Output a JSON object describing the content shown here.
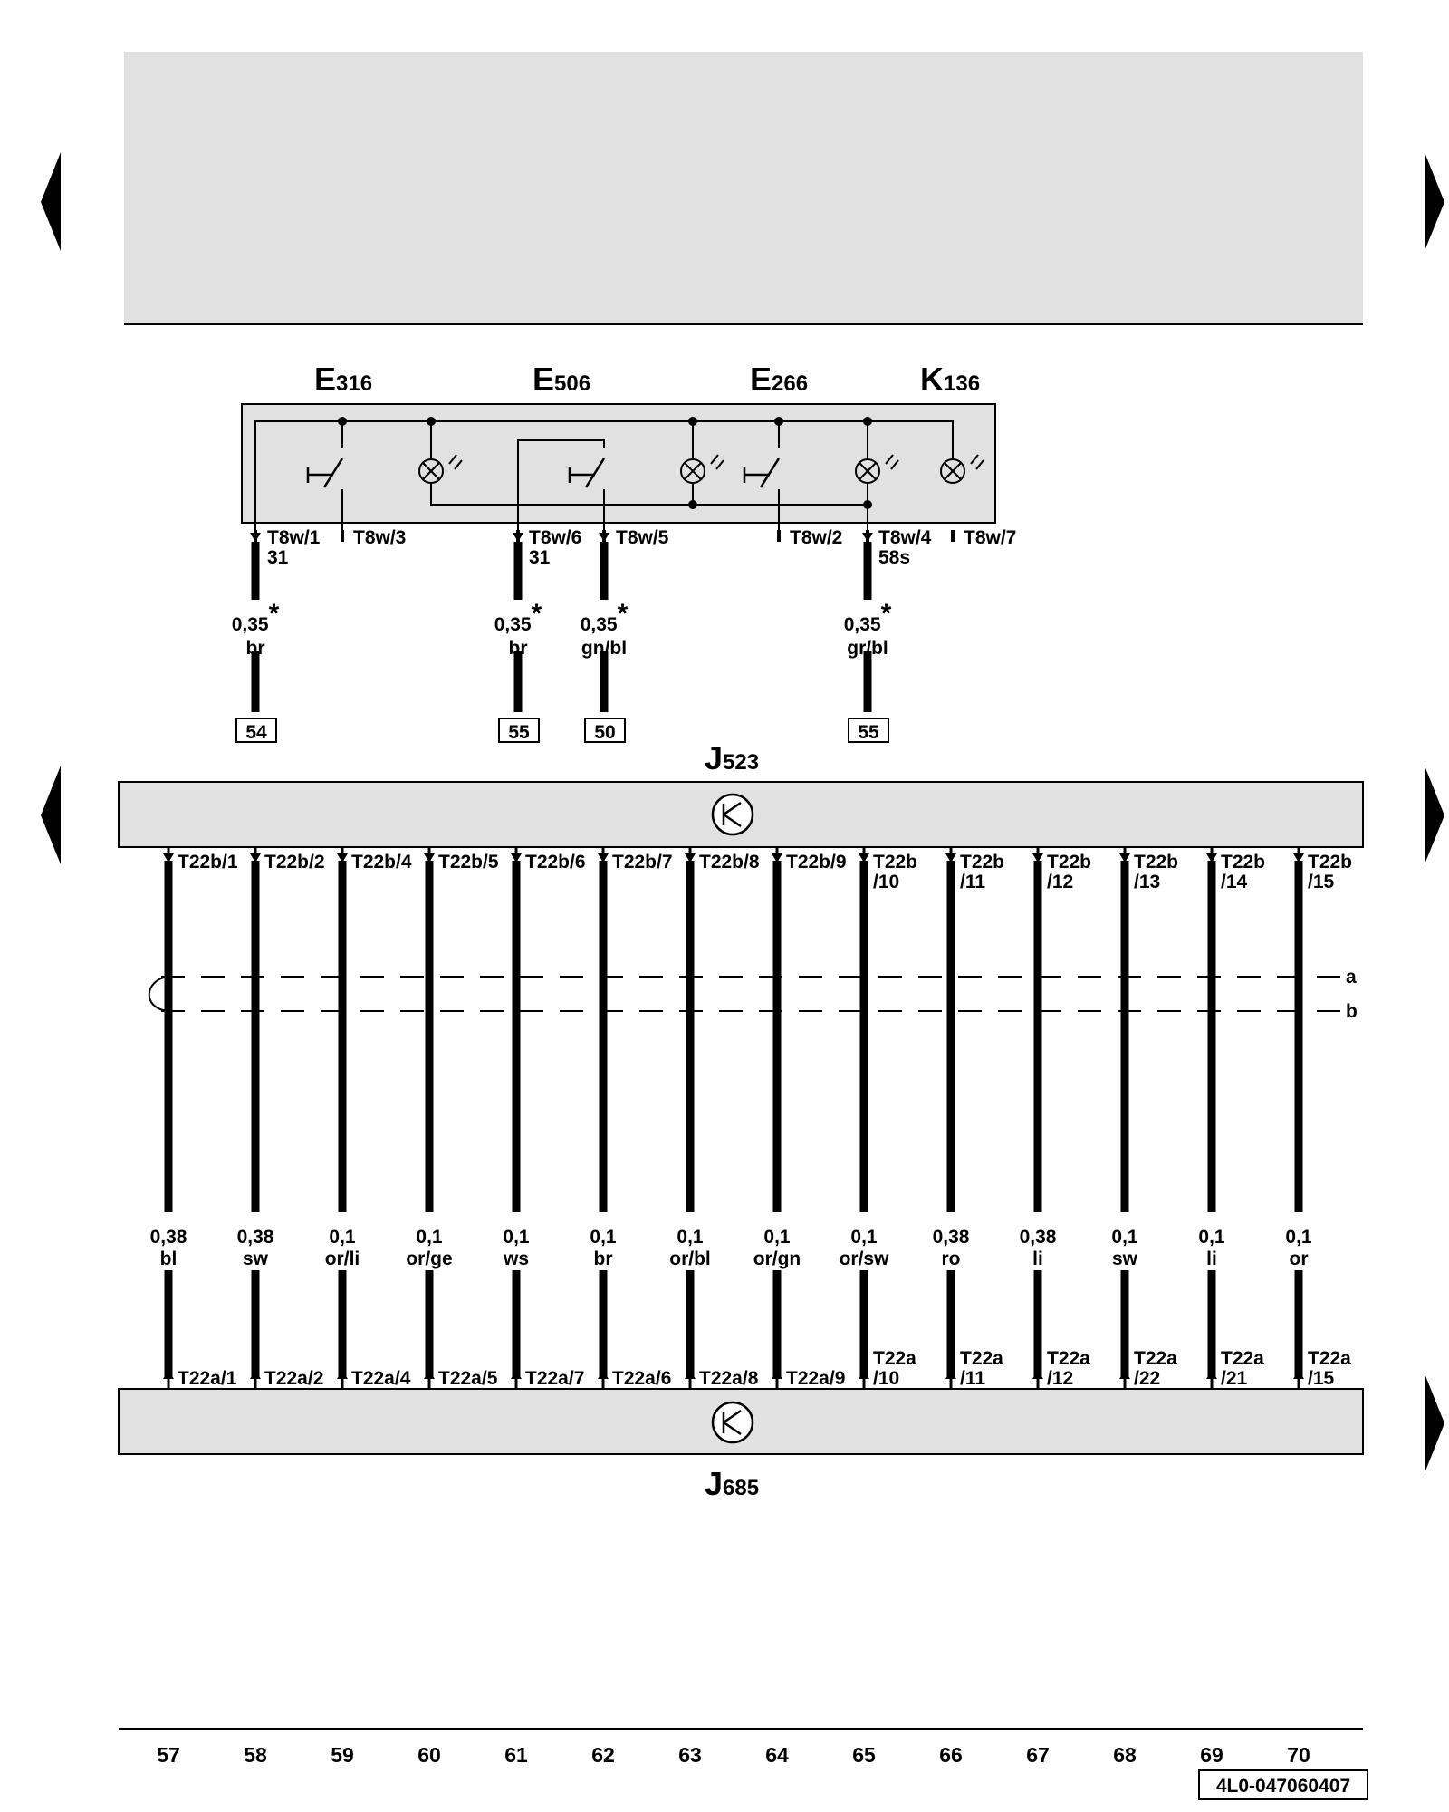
{
  "top_components": [
    {
      "letter": "E",
      "number": "316"
    },
    {
      "letter": "E",
      "number": "506"
    },
    {
      "letter": "E",
      "number": "266"
    },
    {
      "letter": "K",
      "number": "136"
    }
  ],
  "switch_pins": [
    {
      "pin": "T8w/1",
      "terminal": "31",
      "arrow": true
    },
    {
      "pin": "T8w/3",
      "terminal": "",
      "arrow": false
    },
    {
      "pin": "T8w/6",
      "terminal": "31",
      "arrow": true
    },
    {
      "pin": "T8w/5",
      "terminal": "",
      "arrow": true
    },
    {
      "pin": "T8w/2",
      "terminal": "",
      "arrow": false
    },
    {
      "pin": "T8w/4",
      "terminal": "58s",
      "arrow": true
    },
    {
      "pin": "T8w/7",
      "terminal": "",
      "arrow": false
    }
  ],
  "upper_wires": [
    {
      "size": "0,35",
      "mark": "*",
      "color": "br",
      "ref": "54"
    },
    {
      "size": "0,35",
      "mark": "*",
      "color": "br",
      "ref": "55"
    },
    {
      "size": "0,35",
      "mark": "*",
      "color": "gn/bl",
      "ref": "50"
    },
    {
      "size": "0,35",
      "mark": "*",
      "color": "gr/bl",
      "ref": "55"
    }
  ],
  "modules": [
    {
      "letter": "J",
      "number": "523"
    },
    {
      "letter": "J",
      "number": "685"
    }
  ],
  "bus_wires": [
    {
      "top_pin": "T22b/1",
      "size": "0,38",
      "color": "bl",
      "bottom_pin": "T22a/1",
      "column": "57"
    },
    {
      "top_pin": "T22b/2",
      "size": "0,38",
      "color": "sw",
      "bottom_pin": "T22a/2",
      "column": "58"
    },
    {
      "top_pin": "T22b/4",
      "size": "0,1",
      "color": "or/li",
      "bottom_pin": "T22a/4",
      "column": "59"
    },
    {
      "top_pin": "T22b/5",
      "size": "0,1",
      "color": "or/ge",
      "bottom_pin": "T22a/5",
      "column": "60"
    },
    {
      "top_pin": "T22b/6",
      "size": "0,1",
      "color": "ws",
      "bottom_pin": "T22a/7",
      "column": "61"
    },
    {
      "top_pin": "T22b/7",
      "size": "0,1",
      "color": "br",
      "bottom_pin": "T22a/6",
      "column": "62"
    },
    {
      "top_pin": "T22b/8",
      "size": "0,1",
      "color": "or/bl",
      "bottom_pin": "T22a/8",
      "column": "63"
    },
    {
      "top_pin": "T22b/9",
      "size": "0,1",
      "color": "or/gn",
      "bottom_pin": "T22a/9",
      "column": "64"
    },
    {
      "top_pin": "T22b",
      "top_pin2": "/10",
      "size": "0,1",
      "color": "or/sw",
      "bottom_pin": "T22a",
      "bottom_pin2": "/10",
      "column": "65"
    },
    {
      "top_pin": "T22b",
      "top_pin2": "/11",
      "size": "0,38",
      "color": "ro",
      "bottom_pin": "T22a",
      "bottom_pin2": "/11",
      "column": "66"
    },
    {
      "top_pin": "T22b",
      "top_pin2": "/12",
      "size": "0,38",
      "color": "li",
      "bottom_pin": "T22a",
      "bottom_pin2": "/12",
      "column": "67"
    },
    {
      "top_pin": "T22b",
      "top_pin2": "/13",
      "size": "0,1",
      "color": "sw",
      "bottom_pin": "T22a",
      "bottom_pin2": "/22",
      "column": "68"
    },
    {
      "top_pin": "T22b",
      "top_pin2": "/14",
      "size": "0,1",
      "color": "li",
      "bottom_pin": "T22a",
      "bottom_pin2": "/21",
      "column": "69"
    },
    {
      "top_pin": "T22b",
      "top_pin2": "/15",
      "size": "0,1",
      "color": "or",
      "bottom_pin": "T22a",
      "bottom_pin2": "/15",
      "column": "70"
    }
  ],
  "twisted_pair_labels": [
    "a",
    "b"
  ],
  "document_code": "4L0-047060407",
  "icons": {
    "navigation": "triangle-arrow-icon",
    "switch": "momentary-switch-icon",
    "lamp": "indicator-lamp-icon",
    "module": "control-unit-icon"
  },
  "colors": {
    "shade": "#e1e1e1",
    "line": "#000000"
  }
}
